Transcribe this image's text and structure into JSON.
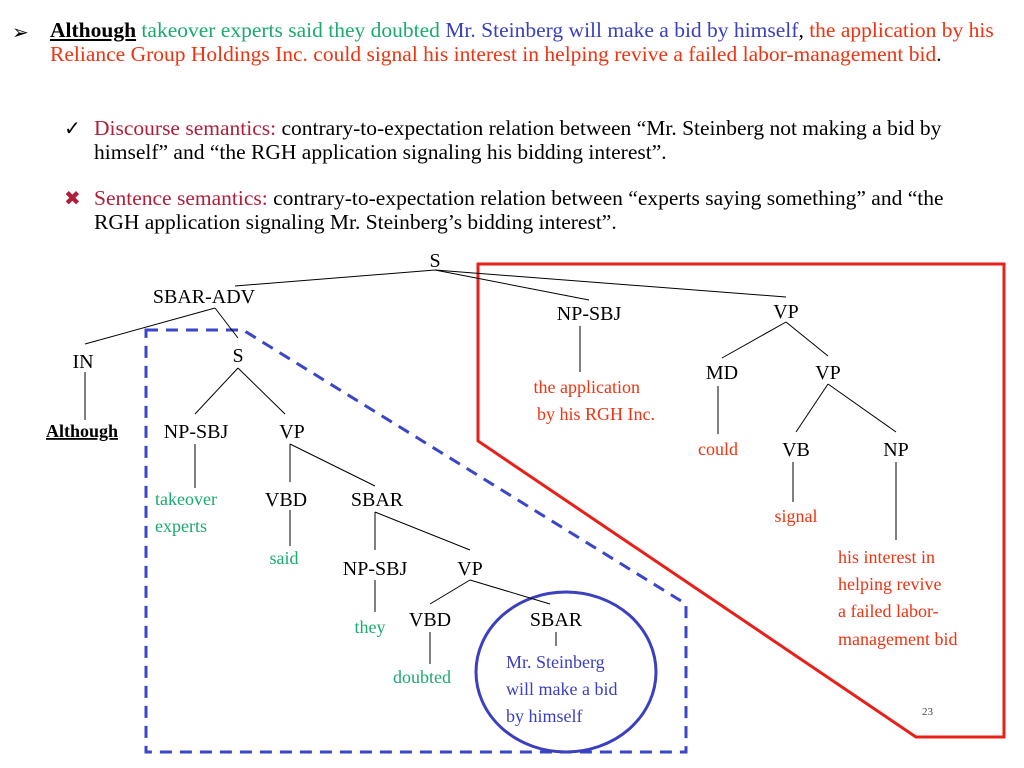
{
  "slide": {
    "main_bullet": {
      "marker": "➢",
      "segments": [
        {
          "text": "Although",
          "style": "bold-under"
        },
        {
          "text": " takeover experts said they doubted ",
          "style": "c-green"
        },
        {
          "text": "Mr. Steinberg will make a bid by himself",
          "style": "c-blue"
        },
        {
          "text": ", ",
          "style": "c-black"
        },
        {
          "text": "the application by his Reliance Group Holdings Inc. could signal his interest in helping revive a failed labor-management bid",
          "style": "c-red"
        },
        {
          "text": ".",
          "style": "c-black"
        }
      ]
    },
    "discourse_bullet": {
      "marker": "✓",
      "segments": [
        {
          "text": " Discourse semantics:",
          "style": "c-crimson"
        },
        {
          "text": " contrary-to-expectation relation between “Mr. Steinberg not making a bid by himself” and “the RGH application signaling his bidding interest”.",
          "style": "c-black"
        }
      ]
    },
    "sentence_bullet": {
      "marker": "✖",
      "segments": [
        {
          "text": "Sentence semantics:",
          "style": "c-crimson"
        },
        {
          "text": " contrary-to-expectation relation between “experts saying something” and “the RGH application signaling Mr. Steinberg’s bidding interest”.",
          "style": "c-black"
        }
      ]
    },
    "page_number": "23"
  },
  "tree": {
    "nodes": {
      "s_root": "S",
      "sbar_adv": "SBAR-ADV",
      "np_sbj_main": "NP-SBJ",
      "vp_main": "VP",
      "in": "IN",
      "s_sub": "S",
      "md": "MD",
      "vp_inner": "VP",
      "np_sbj_sub": "NP-SBJ",
      "vp_sub": "VP",
      "vb": "VB",
      "np": "NP",
      "vbd_said": "VBD",
      "sbar": "SBAR",
      "np_sbj_they": "NP-SBJ",
      "vp_they": "VP",
      "vbd_doubted": "VBD",
      "sbar_inner": "SBAR"
    },
    "leaves": {
      "although": "Although",
      "application": [
        "the application",
        "by his RGH Inc."
      ],
      "could": "could",
      "signal": "signal",
      "interest": [
        "his interest in",
        "helping revive",
        "a failed labor-",
        "management bid"
      ],
      "takeover": [
        "takeover",
        "experts"
      ],
      "said": "said",
      "they": "they",
      "doubted": "doubted",
      "steinberg": [
        "Mr. Steinberg",
        "will make a bid",
        "by himself"
      ]
    },
    "colors": {
      "green": "#1aaa6f",
      "red": "#ee3311",
      "blue": "#3a3fbf",
      "dashed_blue": "#3b45c8",
      "outline_red": "#e8201a",
      "ellipse_blue": "#3b3fc0"
    }
  }
}
